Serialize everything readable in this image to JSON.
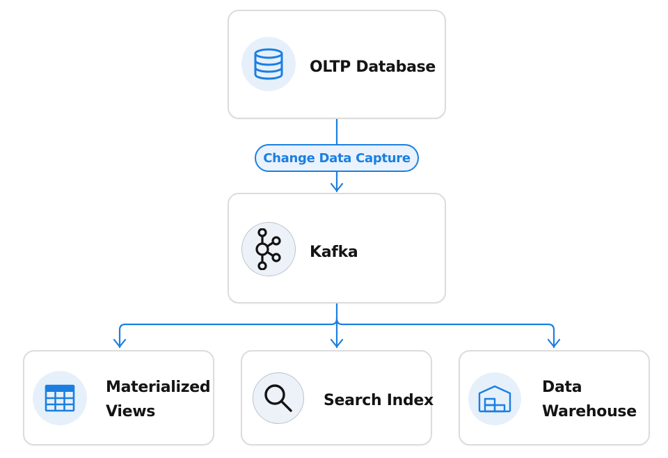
{
  "diagram": {
    "source": {
      "label": "OLTP Database",
      "icon": "database-icon"
    },
    "edge_label": "Change Data Capture",
    "hub": {
      "label": "Kafka",
      "icon": "kafka-icon"
    },
    "sinks": [
      {
        "label_line1": "Materialized",
        "label_line2": "Views",
        "icon": "table-grid-icon"
      },
      {
        "label": "Search Index",
        "icon": "search-icon"
      },
      {
        "label_line1": "Data",
        "label_line2": "Warehouse",
        "icon": "warehouse-icon"
      }
    ]
  },
  "colors": {
    "accent": "#1a7fe0",
    "node_border": "#dcdcdc",
    "icon_bg": "#e6f0fb",
    "text": "#141414"
  }
}
